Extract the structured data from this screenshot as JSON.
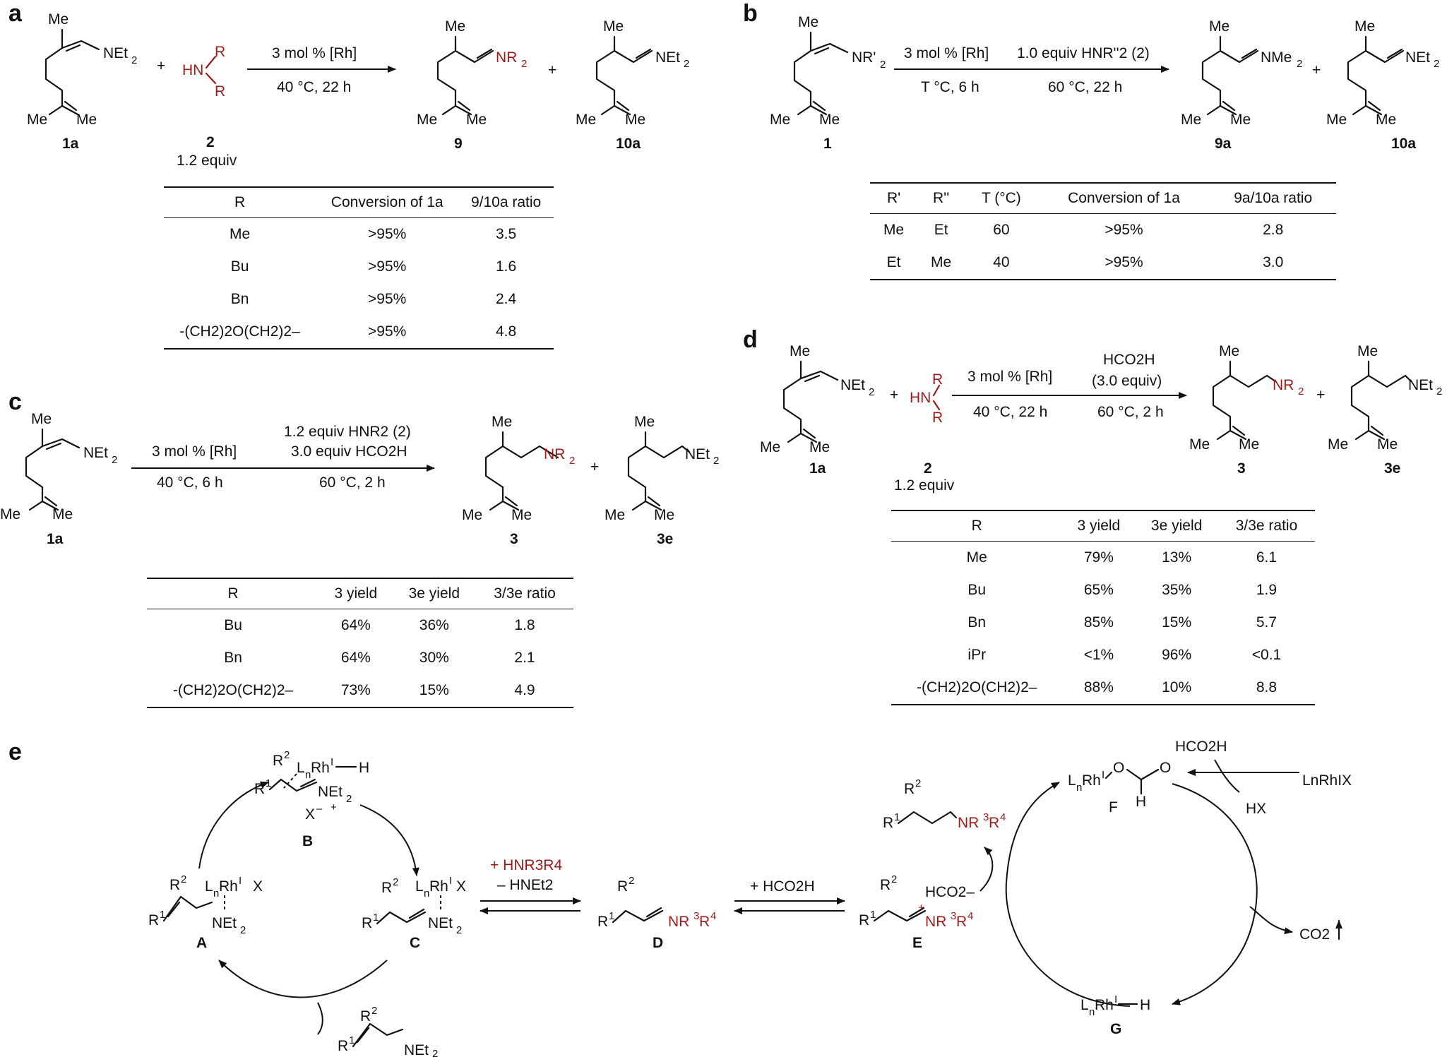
{
  "panels": {
    "a": {
      "letter": "a",
      "conditions": [
        "3 mol % [Rh]",
        "40 °C, 22 h"
      ],
      "compounds": [
        "1a",
        "2",
        "9",
        "10a"
      ],
      "amine_note": "1.2 equiv",
      "table": {
        "headers": [
          "R",
          "Conversion of 1a",
          "9/10a ratio"
        ],
        "rows": [
          [
            "Me",
            ">95%",
            "3.5"
          ],
          [
            "Bu",
            ">95%",
            "1.6"
          ],
          [
            "Bn",
            ">95%",
            "2.4"
          ],
          [
            "-(CH2)2O(CH2)2–",
            ">95%",
            "4.8"
          ]
        ]
      }
    },
    "b": {
      "letter": "b",
      "conditions_1": [
        "3 mol % [Rh]",
        "T °C, 6 h"
      ],
      "conditions_2": [
        "1.0 equiv HNR''2 (2)",
        "60 °C, 22 h"
      ],
      "compounds": [
        "1",
        "9a",
        "10a"
      ],
      "table": {
        "headers": [
          "R'",
          "R''",
          "T (°C)",
          "Conversion of 1a",
          "9a/10a ratio"
        ],
        "rows": [
          [
            "Me",
            "Et",
            "60",
            ">95%",
            "2.8"
          ],
          [
            "Et",
            "Me",
            "40",
            ">95%",
            "3.0"
          ]
        ]
      }
    },
    "c": {
      "letter": "c",
      "conditions_1": [
        "3 mol % [Rh]",
        "40 °C, 6 h"
      ],
      "conditions_2": [
        "1.2 equiv HNR2 (2)",
        "3.0 equiv HCO2H",
        "60 °C, 2 h"
      ],
      "compounds": [
        "1a",
        "3",
        "3e"
      ],
      "table": {
        "headers": [
          "R",
          "3 yield",
          "3e yield",
          "3/3e ratio"
        ],
        "rows": [
          [
            "Bu",
            "64%",
            "36%",
            "1.8"
          ],
          [
            "Bn",
            "64%",
            "30%",
            "2.1"
          ],
          [
            "-(CH2)2O(CH2)2–",
            "73%",
            "15%",
            "4.9"
          ]
        ]
      }
    },
    "d": {
      "letter": "d",
      "conditions_1": [
        "3 mol % [Rh]",
        "40 °C, 22 h"
      ],
      "conditions_2": [
        "HCO2H",
        "(3.0 equiv)",
        "60 °C, 2 h"
      ],
      "compounds": [
        "1a",
        "2",
        "3",
        "3e"
      ],
      "amine_note": "1.2 equiv",
      "table": {
        "headers": [
          "R",
          "3 yield",
          "3e yield",
          "3/3e ratio"
        ],
        "rows": [
          [
            "Me",
            "79%",
            "13%",
            "6.1"
          ],
          [
            "Bu",
            "65%",
            "35%",
            "1.9"
          ],
          [
            "Bn",
            "85%",
            "15%",
            "5.7"
          ],
          [
            "iPr",
            "<1%",
            "96%",
            "<0.1"
          ],
          [
            "-(CH2)2O(CH2)2–",
            "88%",
            "10%",
            "8.8"
          ]
        ]
      }
    },
    "e": {
      "letter": "e",
      "intermediates": [
        "A",
        "B",
        "C",
        "D",
        "E",
        "F",
        "G"
      ],
      "reagents": {
        "amine_in": "+ HNR3R4",
        "amine_out": "– HNEt2",
        "acid": "+ HCO2H",
        "co2": "CO2",
        "acid_top": "HCO2H",
        "hx": "HX",
        "rhx": "LnRhIX",
        "formate": "HCO2–"
      }
    }
  },
  "colors": {
    "text": "#111111",
    "amine_red": "#9b1b1b",
    "background": "#ffffff"
  }
}
